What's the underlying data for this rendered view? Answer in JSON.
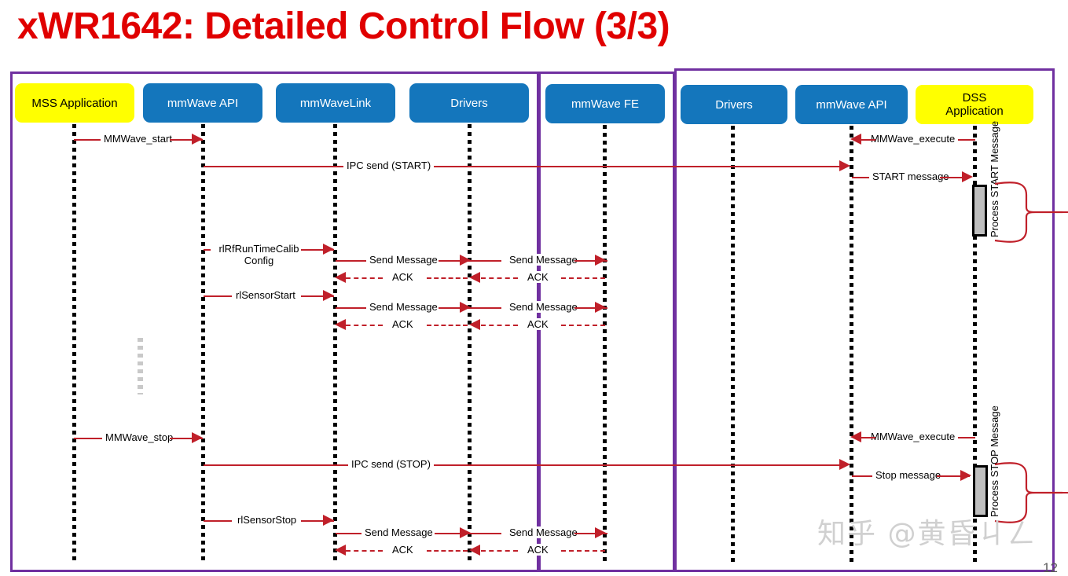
{
  "slide": {
    "title": "xWR1642: Detailed Control Flow (3/3)",
    "page_number": "12",
    "watermark": "知乎 @黄昏ㄐㄥ",
    "colors": {
      "title_red": "#e00000",
      "group_border_purple": "#7030a0",
      "node_blue": "#1476bc",
      "node_yellow": "#ffff00",
      "message_red": "#c0202a",
      "activation_fill": "#bfbfbf"
    }
  },
  "groups": [
    {
      "name": "mss-group"
    },
    {
      "name": "mmwave-fe-group"
    },
    {
      "name": "dss-group"
    }
  ],
  "participants": [
    {
      "id": "mss-application",
      "label": "MSS Application",
      "style": "yellow"
    },
    {
      "id": "mss-mmwave-api",
      "label": "mmWave API",
      "style": "blue"
    },
    {
      "id": "mss-mmwavelink",
      "label": "mmWaveLink",
      "style": "blue"
    },
    {
      "id": "mss-drivers",
      "label": "Drivers",
      "style": "blue"
    },
    {
      "id": "mmwave-fe",
      "label": "mmWave FE",
      "style": "blue"
    },
    {
      "id": "dss-drivers",
      "label": "Drivers",
      "style": "blue"
    },
    {
      "id": "dss-mmwave-api",
      "label": "mmWave API",
      "style": "blue"
    },
    {
      "id": "dss-application",
      "label": "DSS\nApplication",
      "style": "yellow"
    }
  ],
  "messages": [
    {
      "id": "m01",
      "label": "MMWave_start"
    },
    {
      "id": "m02",
      "label": "MMWave_execute"
    },
    {
      "id": "m03",
      "label": "IPC send (START)"
    },
    {
      "id": "m04",
      "label": "START message"
    },
    {
      "id": "m05",
      "label": "rlRfRunTimeCalib Config"
    },
    {
      "id": "m06",
      "label": "Send Message"
    },
    {
      "id": "m07",
      "label": "Send Message"
    },
    {
      "id": "m08",
      "label": "ACK"
    },
    {
      "id": "m09",
      "label": "ACK"
    },
    {
      "id": "m10",
      "label": "rlSensorStart"
    },
    {
      "id": "m11",
      "label": "Send Message"
    },
    {
      "id": "m12",
      "label": "Send Message"
    },
    {
      "id": "m13",
      "label": "ACK"
    },
    {
      "id": "m14",
      "label": "ACK"
    },
    {
      "id": "m15",
      "label": "MMWave_stop"
    },
    {
      "id": "m16",
      "label": "MMWave_execute"
    },
    {
      "id": "m17",
      "label": "IPC send (STOP)"
    },
    {
      "id": "m18",
      "label": "Stop message"
    },
    {
      "id": "m19",
      "label": "rlSensorStop"
    },
    {
      "id": "m20",
      "label": "Send Message"
    },
    {
      "id": "m21",
      "label": "Send Message"
    },
    {
      "id": "m22",
      "label": "ACK"
    },
    {
      "id": "m23",
      "label": "ACK"
    }
  ],
  "labels": {
    "msg_mmwave_start": "MMWave_start",
    "msg_mmwave_execute_1": "MMWave_execute",
    "msg_ipc_send_start": "IPC send (START)",
    "msg_start_message": "START message",
    "msg_rlrfruntimecalib_line1": "rlRfRunTimeCalib",
    "msg_rlrfruntimecalib_line2": "Config",
    "msg_send_message_1": "Send Message",
    "msg_send_message_2": "Send Message",
    "msg_ack_1": "ACK",
    "msg_ack_2": "ACK",
    "msg_rlsensorstart": "rlSensorStart",
    "msg_send_message_3": "Send Message",
    "msg_send_message_4": "Send Message",
    "msg_ack_3": "ACK",
    "msg_ack_4": "ACK",
    "msg_mmwave_stop": "MMWave_stop",
    "msg_mmwave_execute_2": "MMWave_execute",
    "msg_ipc_send_stop": "IPC send (STOP)",
    "msg_stop_message": "Stop message",
    "msg_rlsensorstop": "rlSensorStop",
    "msg_send_message_5": "Send Message",
    "msg_send_message_6": "Send Message",
    "msg_ack_5": "ACK",
    "msg_ack_6": "ACK",
    "activation_start": "Process START Message",
    "activation_stop": "Process STOP Message"
  }
}
